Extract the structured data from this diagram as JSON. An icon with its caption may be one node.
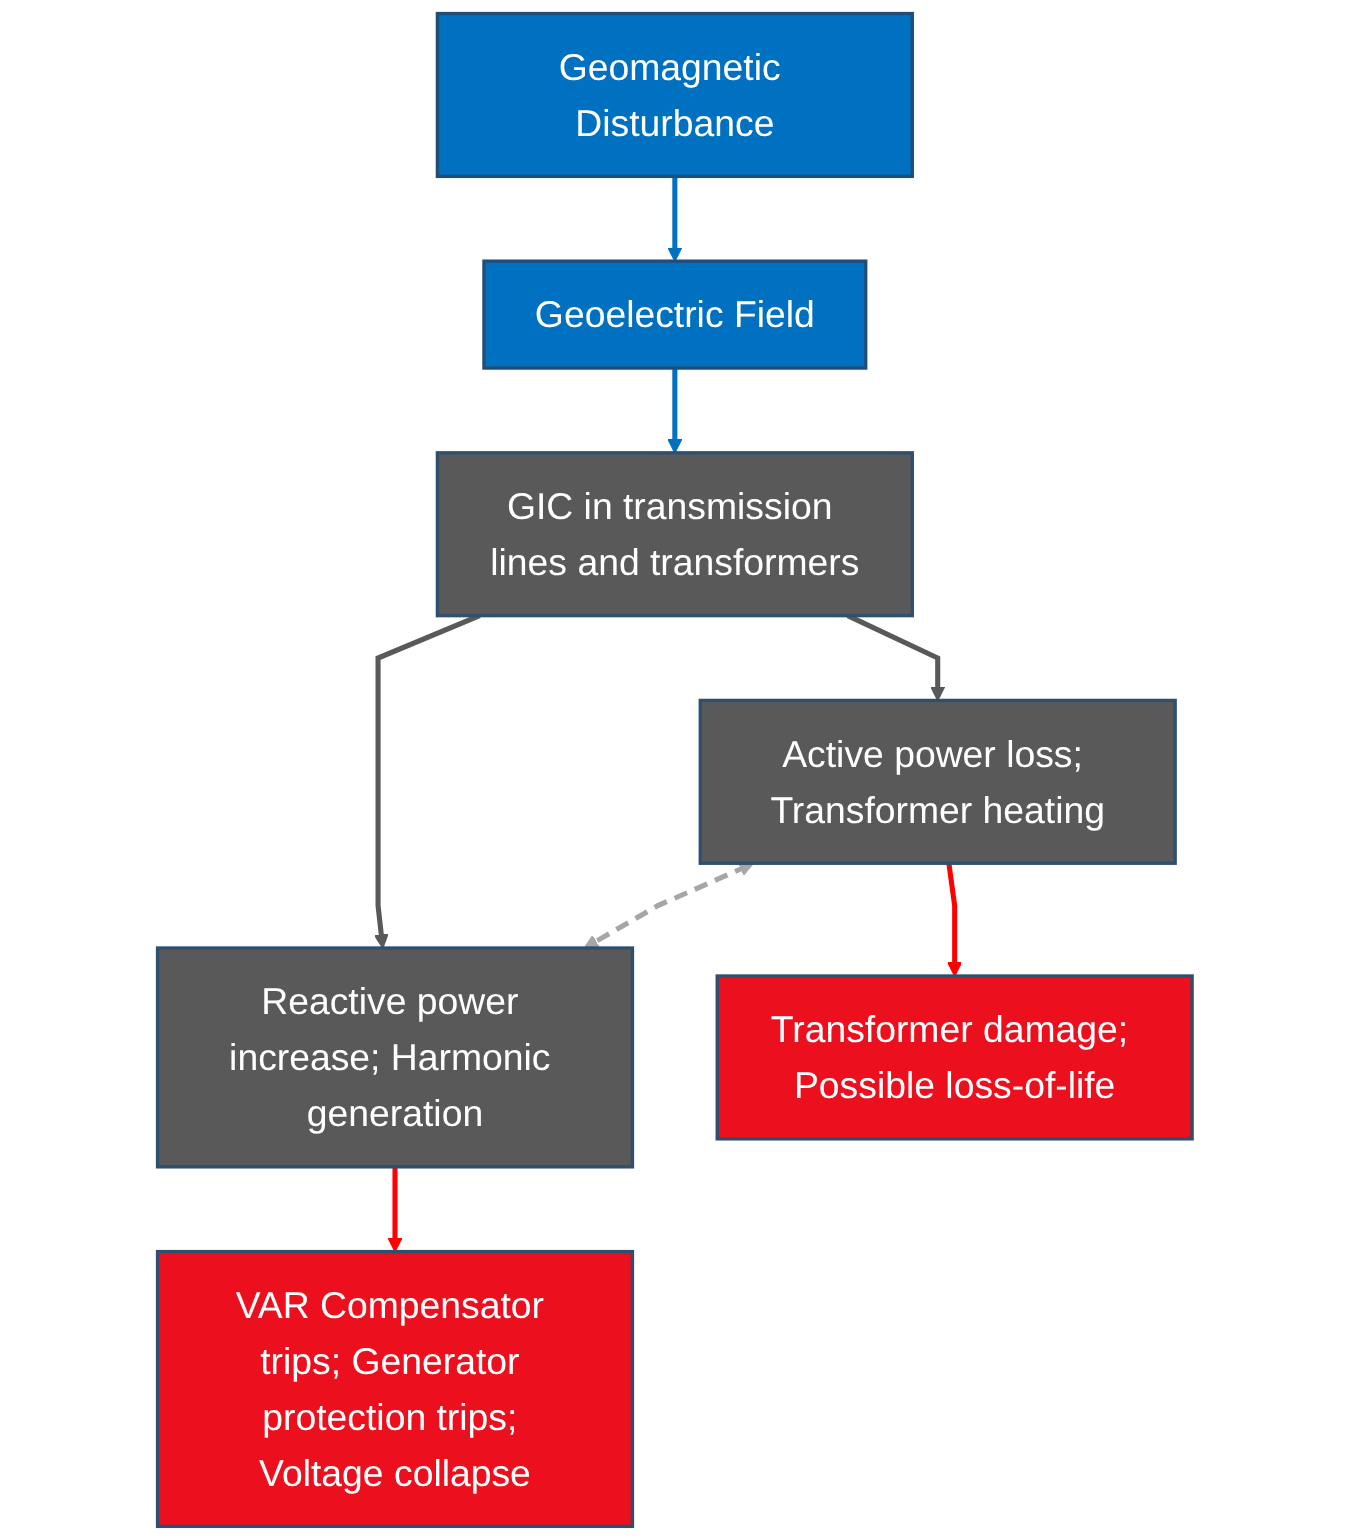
{
  "diagram": {
    "nodes": [
      {
        "text": [
          "Geoelectric Field"
        ]
      },
      {
        "text": [
          "Geomagnetic Disturbance"
        ]
      },
      {
        "text": [
          "GIC in transmission lines and transformers"
        ]
      },
      {
        "text": [
          "Active power loss; Transformer heating"
        ]
      },
      {
        "text": [
          "Reactive power increase; Harmonic generation"
        ]
      },
      {
        "text": [
          "Transformer damage; Possible loss-of-life"
        ]
      },
      {
        "text": [
          "VAR Compensator trips; Generator protection trips; Voltage collapse"
        ]
      }
    ],
    "edges": [
      {
        "from": 1,
        "to": 0,
        "arrow": "to",
        "color": "#0070c0"
      },
      {
        "from": 0,
        "to": 2,
        "arrow": "to",
        "color": "#0070c0"
      },
      {
        "from": 2,
        "to": 3,
        "arrow": "to",
        "color": "#595959"
      },
      {
        "from": 2,
        "to": 4,
        "arrow": "to",
        "color": "#595959"
      },
      {
        "from": 3,
        "to": 4,
        "arrow": "both",
        "style": "dashed",
        "color": "#a6a6a6"
      },
      {
        "from": 3,
        "to": 5,
        "arrow": "to",
        "color": "#ff0000"
      },
      {
        "from": 4,
        "to": 6,
        "arrow": "to",
        "color": "#ff0000"
      }
    ]
  }
}
